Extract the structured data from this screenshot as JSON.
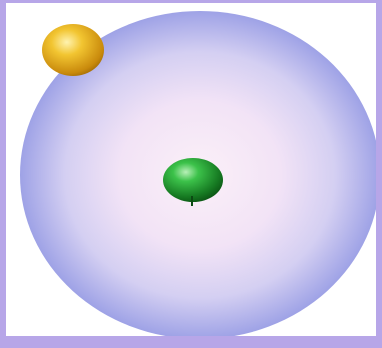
{
  "diagram": {
    "parts": [
      {
        "name": "electron-cloud",
        "color": "#aeb0ec"
      },
      {
        "name": "nucleus",
        "color": "#1f9a2c"
      },
      {
        "name": "electron",
        "color": "#e8b21e"
      }
    ],
    "colors": {
      "border": "#b7a6e8",
      "cloud_center": "#f6e9f8",
      "cloud_edge": "#9ea2e6",
      "nucleus": "#1f9a2c",
      "electron": "#e8b21e"
    }
  }
}
